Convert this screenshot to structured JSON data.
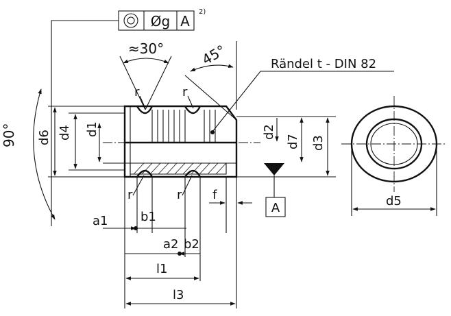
{
  "tolerance_frame": {
    "symbol": "concentricity",
    "tolerance": "Øg",
    "datum": "A",
    "footnote": "2)"
  },
  "knurl_note": "Rändel t - DIN 82",
  "angles": {
    "groove": "≈30°",
    "chamfer": "45°",
    "countersink": "90°"
  },
  "dimensions": {
    "d6": "d6",
    "d4": "d4",
    "d1": "d1",
    "d2": "d2",
    "d7": "d7",
    "d3": "d3",
    "d5": "d5",
    "a1": "a1",
    "b1": "b1",
    "a2": "a2",
    "b2": "b2",
    "l1": "l1",
    "l3": "l3",
    "r": "r",
    "f": "f"
  },
  "datum_label": "A"
}
